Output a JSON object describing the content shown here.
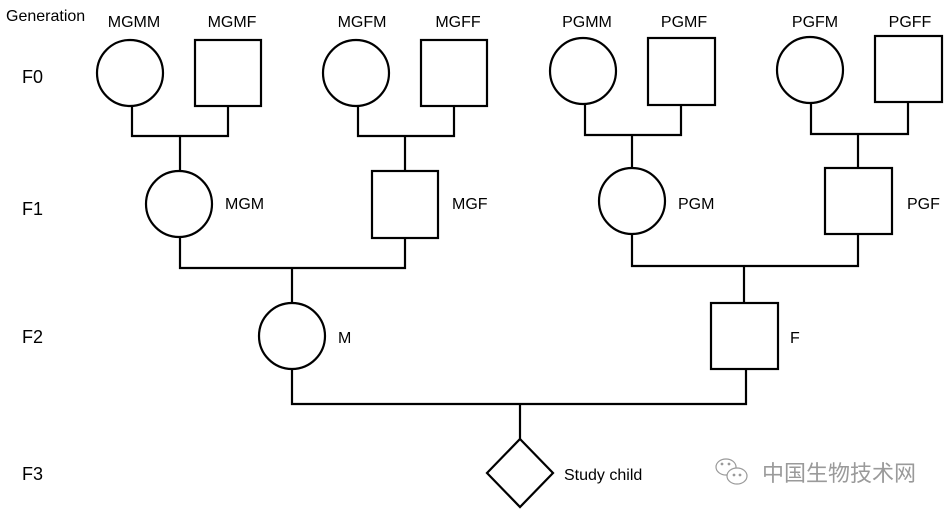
{
  "diagram": {
    "type": "pedigree",
    "generation_header": "Generation",
    "generations": [
      "F0",
      "F1",
      "F2",
      "F3"
    ],
    "individuals": {
      "MGMM": {
        "label": "MGMM",
        "sex": "female"
      },
      "MGMF": {
        "label": "MGMF",
        "sex": "male"
      },
      "MGFM": {
        "label": "MGFM",
        "sex": "female"
      },
      "MGFF": {
        "label": "MGFF",
        "sex": "male"
      },
      "PGMM": {
        "label": "PGMM",
        "sex": "female"
      },
      "PGMF": {
        "label": "PGMF",
        "sex": "male"
      },
      "PGFM": {
        "label": "PGFM",
        "sex": "female"
      },
      "PGFF": {
        "label": "PGFF",
        "sex": "male"
      },
      "MGM": {
        "label": "MGM",
        "sex": "female"
      },
      "MGF": {
        "label": "MGF",
        "sex": "male"
      },
      "PGM": {
        "label": "PGM",
        "sex": "female"
      },
      "PGF": {
        "label": "PGF",
        "sex": "male"
      },
      "M": {
        "label": "M",
        "sex": "female"
      },
      "F": {
        "label": "F",
        "sex": "male"
      },
      "child": {
        "label": "Study child",
        "sex": "unknown"
      }
    },
    "unions": [
      {
        "parents": [
          "MGMM",
          "MGMF"
        ],
        "child": "MGM"
      },
      {
        "parents": [
          "MGFM",
          "MGFF"
        ],
        "child": "MGF"
      },
      {
        "parents": [
          "PGMM",
          "PGMF"
        ],
        "child": "PGM"
      },
      {
        "parents": [
          "PGFM",
          "PGFF"
        ],
        "child": "PGF"
      },
      {
        "parents": [
          "MGM",
          "MGF"
        ],
        "child": "M"
      },
      {
        "parents": [
          "PGM",
          "PGF"
        ],
        "child": "F"
      },
      {
        "parents": [
          "M",
          "F"
        ],
        "child": "child"
      }
    ]
  },
  "watermark": {
    "icon": "wechat-icon",
    "text": "中国生物技术网"
  }
}
